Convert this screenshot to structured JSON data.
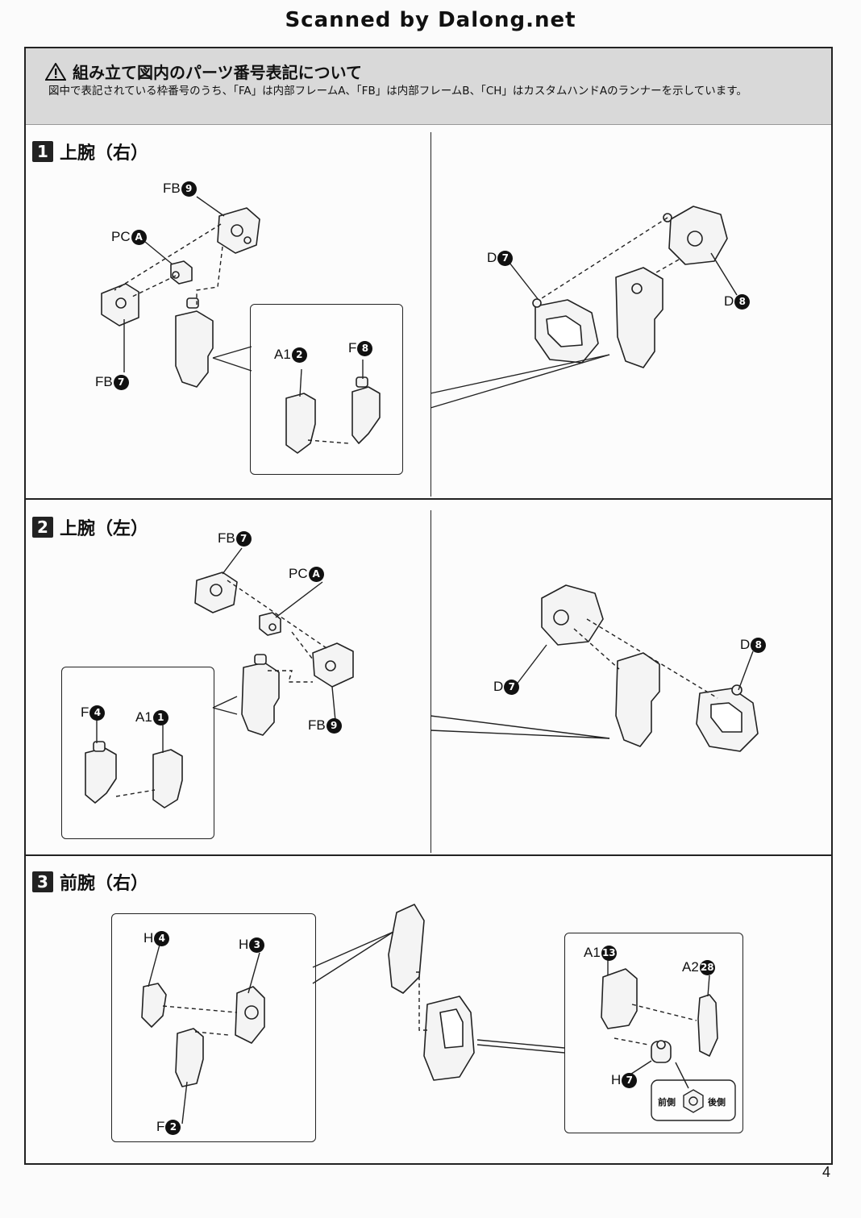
{
  "header": "Scanned by Dalong.net",
  "notice": {
    "title": "組み立て図内のパーツ番号表記について",
    "text": "図中で表記されている枠番号のうち、「FA」は内部フレームA、「FB」は内部フレームB、「CH」はカスタムハンドAのランナーを示しています。",
    "icon": "warning-icon"
  },
  "steps": [
    {
      "num": "1",
      "title": "上腕（右）"
    },
    {
      "num": "2",
      "title": "上腕（左）"
    },
    {
      "num": "3",
      "title": "前腕（右）"
    }
  ],
  "labels": {
    "s1_fb9": {
      "p": "FB",
      "n": "9"
    },
    "s1_pca": {
      "p": "PC",
      "n": "A"
    },
    "s1_fb7": {
      "p": "FB",
      "n": "7"
    },
    "s1_a12": {
      "p": "A1",
      "n": "2"
    },
    "s1_f8": {
      "p": "F",
      "n": "8"
    },
    "s1_d7": {
      "p": "D",
      "n": "7"
    },
    "s1_d8": {
      "p": "D",
      "n": "8"
    },
    "s2_fb7": {
      "p": "FB",
      "n": "7"
    },
    "s2_pca": {
      "p": "PC",
      "n": "A"
    },
    "s2_fb9": {
      "p": "FB",
      "n": "9"
    },
    "s2_f4": {
      "p": "F",
      "n": "4"
    },
    "s2_a11": {
      "p": "A1",
      "n": "1"
    },
    "s2_d7": {
      "p": "D",
      "n": "7"
    },
    "s2_d8": {
      "p": "D",
      "n": "8"
    },
    "s3_h4": {
      "p": "H",
      "n": "4"
    },
    "s3_h3": {
      "p": "H",
      "n": "3"
    },
    "s3_f2": {
      "p": "F",
      "n": "2"
    },
    "s3_a113": {
      "p": "A1",
      "n": "13"
    },
    "s3_a228": {
      "p": "A2",
      "n": "28"
    },
    "s3_h7": {
      "p": "H",
      "n": "7"
    }
  },
  "orientation": {
    "front": "前側",
    "back": "後側"
  },
  "page_number": "4"
}
